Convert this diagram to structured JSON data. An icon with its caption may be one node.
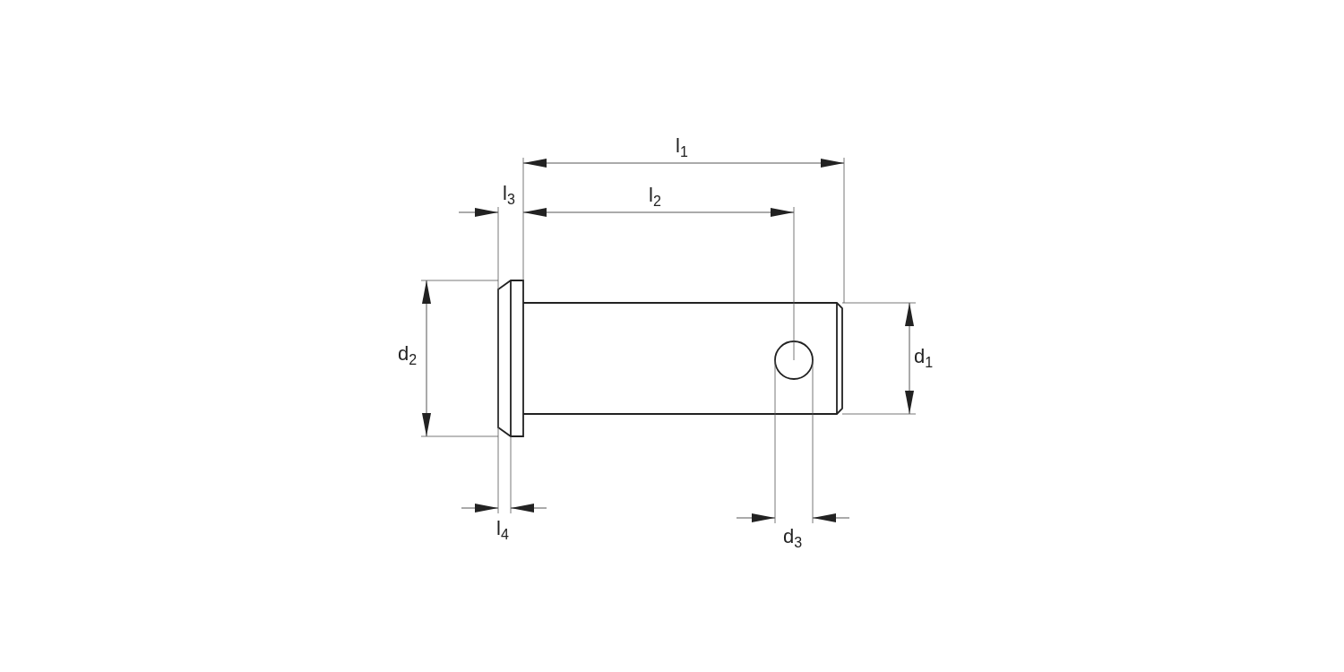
{
  "diagram": {
    "labels": [
      "l$_{1}$",
      "l$_{3}$",
      "l$_{2}$",
      "d$_{2}$",
      "d$_{1}$",
      "l$_{4}$",
      "d$_{3}$"
    ]
  }
}
